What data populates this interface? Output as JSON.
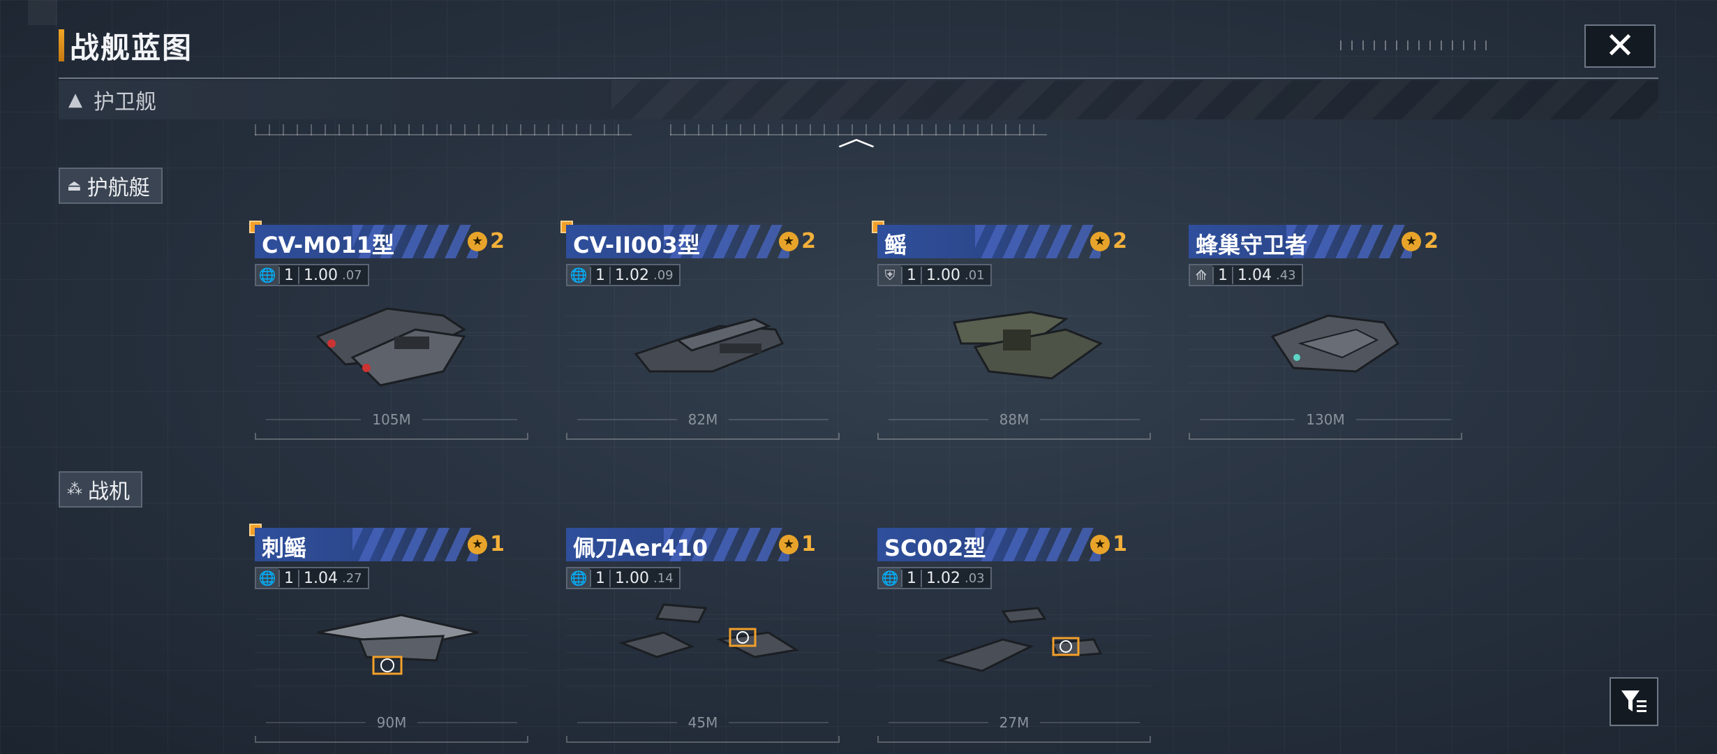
{
  "header": {
    "title": "战舰蓝图",
    "close_icon": "close-icon"
  },
  "category": {
    "label": "护卫舰"
  },
  "sections": [
    {
      "label": "护航艇",
      "icon": "escort-boat-icon",
      "cards": [
        {
          "name": "CV-M011型",
          "stars": "2",
          "tier": "1",
          "version": "1.00",
          "version_sub": ".07",
          "length": "105M",
          "faction_icon": "globe-icon"
        },
        {
          "name": "CV-II003型",
          "stars": "2",
          "tier": "1",
          "version": "1.02",
          "version_sub": ".09",
          "length": "82M",
          "faction_icon": "globe-icon"
        },
        {
          "name": "鳐",
          "stars": "2",
          "tier": "1",
          "version": "1.00",
          "version_sub": ".01",
          "length": "88M",
          "faction_icon": "emblem-icon"
        },
        {
          "name": "蜂巢守卫者",
          "stars": "2",
          "tier": "1",
          "version": "1.04",
          "version_sub": ".43",
          "length": "130M",
          "faction_icon": "rocket-icon"
        }
      ]
    },
    {
      "label": "战机",
      "icon": "fighter-icon",
      "cards": [
        {
          "name": "刺鳐",
          "stars": "1",
          "tier": "1",
          "version": "1.04",
          "version_sub": ".27",
          "length": "90M",
          "faction_icon": "globe-icon"
        },
        {
          "name": "佩刀Aer410",
          "stars": "1",
          "tier": "1",
          "version": "1.00",
          "version_sub": ".14",
          "length": "45M",
          "faction_icon": "globe-icon"
        },
        {
          "name": "SC002型",
          "stars": "1",
          "tier": "1",
          "version": "1.02",
          "version_sub": ".03",
          "length": "27M",
          "faction_icon": "globe-icon"
        }
      ]
    }
  ],
  "colors": {
    "accent": "#f3a02a",
    "banner": "#2f4f9c",
    "star": "#f3b03a"
  },
  "filter_icon": "filter-icon"
}
